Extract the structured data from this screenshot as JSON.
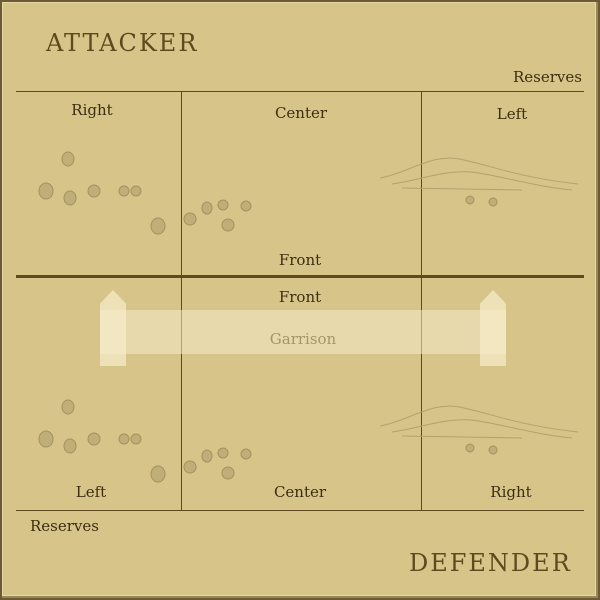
{
  "board": {
    "attacker_title": "ATTACKER",
    "defender_title": "DEFENDER",
    "attacker_reserves": "Reserves",
    "defender_reserves": "Reserves",
    "garrison_label": "Garrison",
    "attacker_zones": {
      "right": "Right",
      "center": "Center",
      "left": "Left",
      "front": "Front"
    },
    "defender_zones": {
      "front": "Front",
      "left": "Left",
      "center": "Center",
      "right": "Right"
    }
  },
  "colors": {
    "board": "#d6c489",
    "title": "#5e4a1e",
    "grid_line": "#5e4a1e",
    "garrison_fill": "#f5ebc8"
  }
}
